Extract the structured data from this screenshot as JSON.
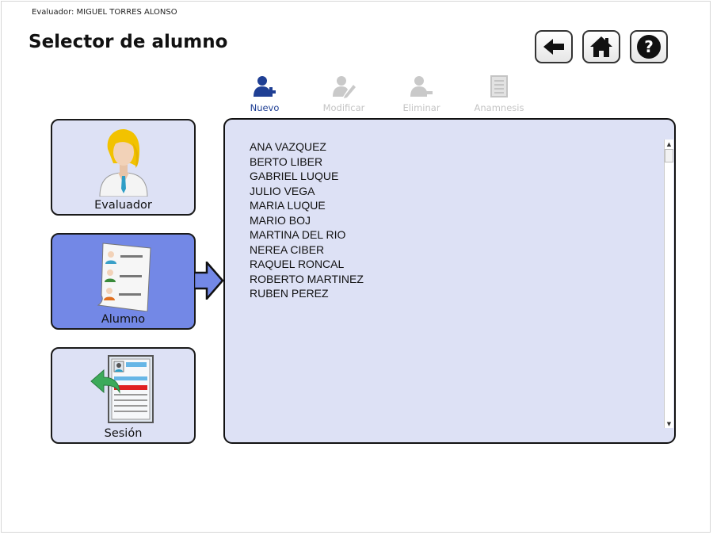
{
  "header": {
    "evaluator_line": "Evaluador: MIGUEL TORRES ALONSO",
    "title": "Selector de alumno"
  },
  "nav_buttons": [
    {
      "name": "back",
      "icon": "arrow-left-icon"
    },
    {
      "name": "home",
      "icon": "home-icon"
    },
    {
      "name": "help",
      "icon": "question-icon"
    }
  ],
  "toolbar": {
    "new_label": "Nuevo",
    "modify_label": "Modificar",
    "delete_label": "Eliminar",
    "anamnesis_label": "Anamnesis",
    "enabled": {
      "new": true,
      "modify": false,
      "delete": false,
      "anamnesis": false
    }
  },
  "side_cards": {
    "evaluator_label": "Evaluador",
    "student_label": "Alumno",
    "session_label": "Sesión",
    "active": "Alumno"
  },
  "students": [
    "ANA VAZQUEZ",
    "BERTO LIBER",
    "GABRIEL LUQUE",
    "JULIO VEGA",
    "MARIA LUQUE",
    "MARIO BOJ",
    "MARTINA DEL RIO",
    "NEREA CIBER",
    "RAQUEL RONCAL",
    "ROBERTO MARTINEZ",
    "RUBEN PEREZ"
  ],
  "colors": {
    "card_bg": "#dde1f5",
    "card_active_bg": "#7388e6",
    "toolbar_enabled": "#1f3f94",
    "toolbar_disabled": "#c4c4c4"
  }
}
